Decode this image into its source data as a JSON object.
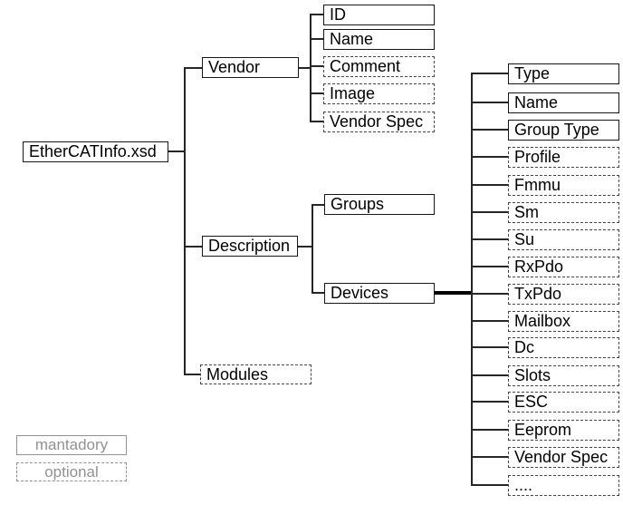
{
  "diagram": {
    "title_node": {
      "label": "EtherCATInfo.xsd",
      "style": "mandatory"
    },
    "level1": [
      {
        "label": "Vendor",
        "style": "mandatory"
      },
      {
        "label": "Description",
        "style": "mandatory"
      },
      {
        "label": "Modules",
        "style": "optional"
      }
    ],
    "vendor_children": [
      {
        "label": "ID",
        "style": "mandatory"
      },
      {
        "label": "Name",
        "style": "mandatory"
      },
      {
        "label": "Comment",
        "style": "optional"
      },
      {
        "label": "Image",
        "style": "optional"
      },
      {
        "label": "Vendor Spec",
        "style": "optional"
      }
    ],
    "description_children": [
      {
        "label": "Groups",
        "style": "mandatory"
      },
      {
        "label": "Devices",
        "style": "mandatory"
      }
    ],
    "devices_children": [
      {
        "label": "Type",
        "style": "mandatory"
      },
      {
        "label": "Name",
        "style": "mandatory"
      },
      {
        "label": "Group Type",
        "style": "mandatory"
      },
      {
        "label": "Profile",
        "style": "optional"
      },
      {
        "label": "Fmmu",
        "style": "optional"
      },
      {
        "label": "Sm",
        "style": "optional"
      },
      {
        "label": "Su",
        "style": "optional"
      },
      {
        "label": "RxPdo",
        "style": "optional"
      },
      {
        "label": "TxPdo",
        "style": "optional"
      },
      {
        "label": "Mailbox",
        "style": "optional"
      },
      {
        "label": "Dc",
        "style": "optional"
      },
      {
        "label": "Slots",
        "style": "optional"
      },
      {
        "label": "ESC",
        "style": "optional"
      },
      {
        "label": "Eeprom",
        "style": "optional"
      },
      {
        "label": "Vendor Spec",
        "style": "optional"
      },
      {
        "label": "....",
        "style": "optional"
      }
    ],
    "legend": {
      "mandatory_label": "mantadory",
      "optional_label": "optional"
    },
    "colors": {
      "box_border": "#161616",
      "optional_border": "#474747",
      "connector": "#262626",
      "devices_link": "#000000",
      "legend_gray": "#919191",
      "background": "#ffffff"
    }
  }
}
